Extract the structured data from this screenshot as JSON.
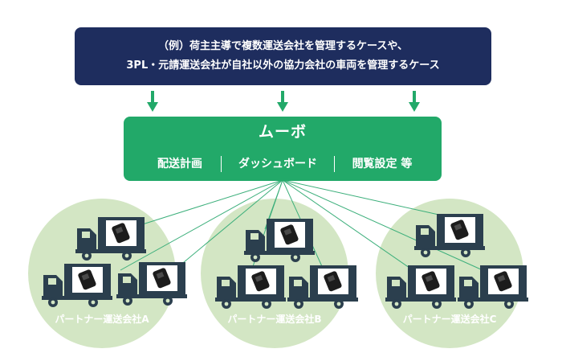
{
  "banner": {
    "line1": "（例）荷主主導で複数運送会社を管理するケースや、",
    "line2": "3PL・元請運送会社が自社以外の協力会社の車両を管理するケース"
  },
  "platform": {
    "name": "ムーボ",
    "features": [
      "配送計画",
      "ダッシュボード",
      "閲覧設定 等"
    ]
  },
  "partners": [
    {
      "label": "パートナー運送会社A"
    },
    {
      "label": "パートナー運送会社B"
    },
    {
      "label": "パートナー運送会社C"
    }
  ],
  "colors": {
    "banner": "#1e2d5e",
    "platform": "#22a969",
    "arrow": "#22a969",
    "circle": "#d3e6c4",
    "truck": "#2b3f4e",
    "link_line": "#3caf7b"
  }
}
